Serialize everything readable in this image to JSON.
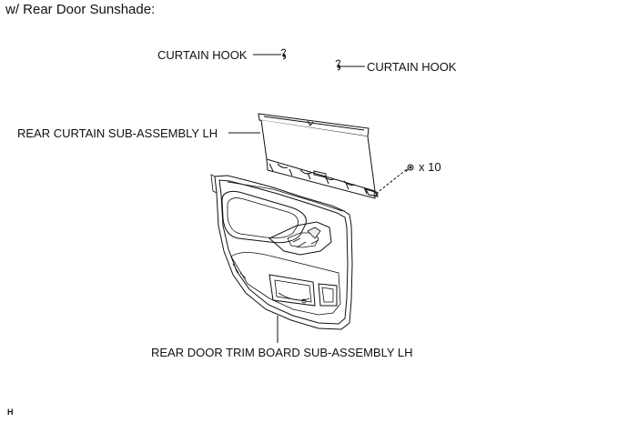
{
  "header": {
    "title": "w/ Rear Door Sunshade:"
  },
  "callouts": {
    "curtain_hook_left": "CURTAIN HOOK",
    "curtain_hook_right": "CURTAIN HOOK",
    "rear_curtain": "REAR CURTAIN SUB-ASSEMBLY LH",
    "clip_count": "x 10",
    "door_trim": "REAR DOOR TRIM BOARD SUB-ASSEMBLY LH"
  },
  "footer": {
    "code": "H"
  }
}
